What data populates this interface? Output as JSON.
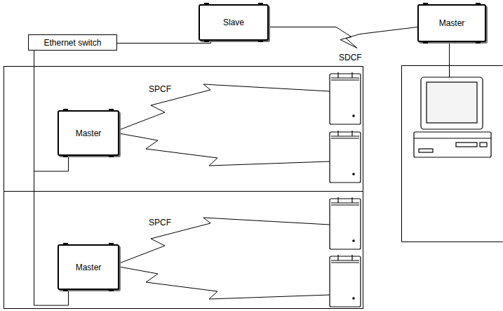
{
  "diagram": {
    "nodes": [
      {
        "text": [
          "Slave"
        ]
      },
      {
        "text": [
          "Master"
        ]
      },
      {
        "text": [
          "Ethernet switch"
        ]
      },
      {
        "text": [
          "Master"
        ]
      },
      {
        "text": [
          "Master"
        ]
      }
    ],
    "edges": [
      {
        "from": 0,
        "to": 1,
        "label": "SDCF",
        "arrow": "none"
      },
      {
        "from": 2,
        "to": 0,
        "arrow": "none"
      },
      {
        "from": 2,
        "to": 3,
        "arrow": "none"
      },
      {
        "from": 2,
        "to": 4,
        "arrow": "none"
      }
    ],
    "labels": [
      "SPCF",
      "SPCF"
    ]
  }
}
